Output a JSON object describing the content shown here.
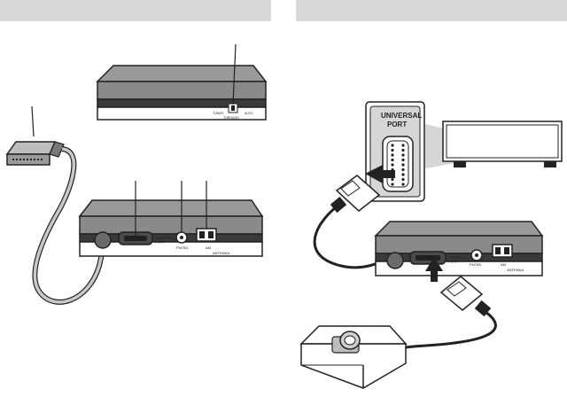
{
  "labels": {
    "tuner_switch": "TUNER",
    "auto_switch": "AUTO",
    "through_switch": "THROUGH",
    "universal_port_small": "UNIVERSAL\nPORT",
    "fm_75": "FM75Ω",
    "am": "AM",
    "antenna": "ANTENNA",
    "universal_port_inset_line1": "UNIVERSAL",
    "universal_port_inset_line2": "PORT"
  },
  "colors": {
    "device_dark": "#5a5a5a",
    "device_mid": "#8a8a8a",
    "device_light": "#bdbdbd",
    "header_bg": "#d9d9d9"
  }
}
